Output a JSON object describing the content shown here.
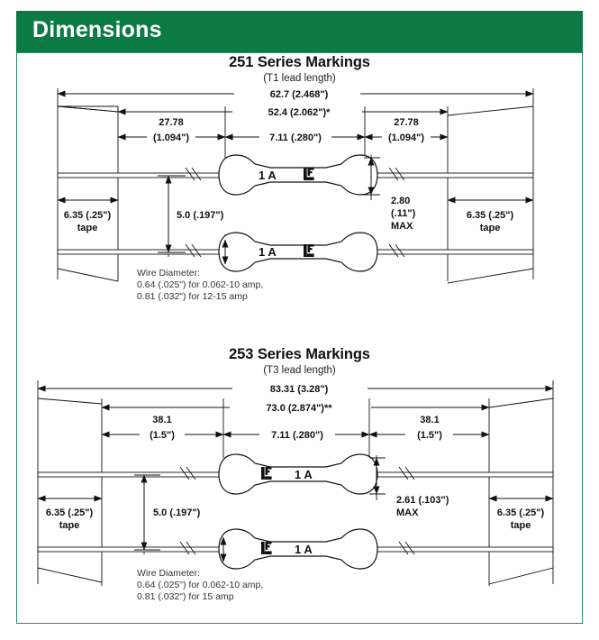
{
  "header": {
    "title": "Dimensions",
    "accent_color": "#0b7a45",
    "border_color": "#2f8a72"
  },
  "sections": [
    {
      "id": "series-251",
      "title": "251 Series Markings",
      "subtitle": "(T1 lead length)",
      "dimensions": {
        "overall": "62.7 (2.468\")",
        "inner": "52.4 (2.062\")*",
        "lead_left_mm": "27.78",
        "lead_left_in": "(1.094\")",
        "body_len": "7.11 (.280\")",
        "lead_right_mm": "27.78",
        "lead_right_in": "(1.094\")",
        "tape_left_1": "6.35 (.25\")",
        "tape_left_2": "tape",
        "tape_right_1": "6.35 (.25\")",
        "tape_right_2": "tape",
        "pitch": "5.0 (.197\")",
        "body_dia_1": "2.80",
        "body_dia_2": "(.11\")",
        "body_dia_3": "MAX"
      },
      "marking_top": {
        "rating": "1 A",
        "logo": "LF"
      },
      "marking_bottom": {
        "rating": "1 A",
        "logo": "LF"
      },
      "marking_order": "rating-first",
      "wire_note": [
        "Wire Diameter:",
        "0.64 (.025\") for 0.062-10 amp,",
        "0.81 (.032\") for 12-15 amp"
      ]
    },
    {
      "id": "series-253",
      "title": "253 Series Markings",
      "subtitle": "(T3 lead length)",
      "dimensions": {
        "overall": "83.31 (3.28\")",
        "inner": "73.0 (2.874\")**",
        "lead_left_mm": "38.1",
        "lead_left_in": "(1.5\")",
        "body_len": "7.11 (.280\")",
        "lead_right_mm": "38.1",
        "lead_right_in": "(1.5\")",
        "tape_left_1": "6.35 (.25\")",
        "tape_left_2": "tape",
        "tape_right_1": "6.35 (.25\")",
        "tape_right_2": "tape",
        "pitch": "5.0 (.197\")",
        "body_dia_1": "2.61 (.103\")",
        "body_dia_2": "MAX",
        "body_dia_3": ""
      },
      "marking_top": {
        "rating": "1 A",
        "logo": "LF"
      },
      "marking_bottom": {
        "rating": "1 A",
        "logo": "LF"
      },
      "marking_order": "logo-first",
      "wire_note": [
        "Wire Diameter:",
        "0.64 (.025\") for 0.062-10 amp,",
        "0.81 (.032\") for 15 amp"
      ]
    }
  ]
}
